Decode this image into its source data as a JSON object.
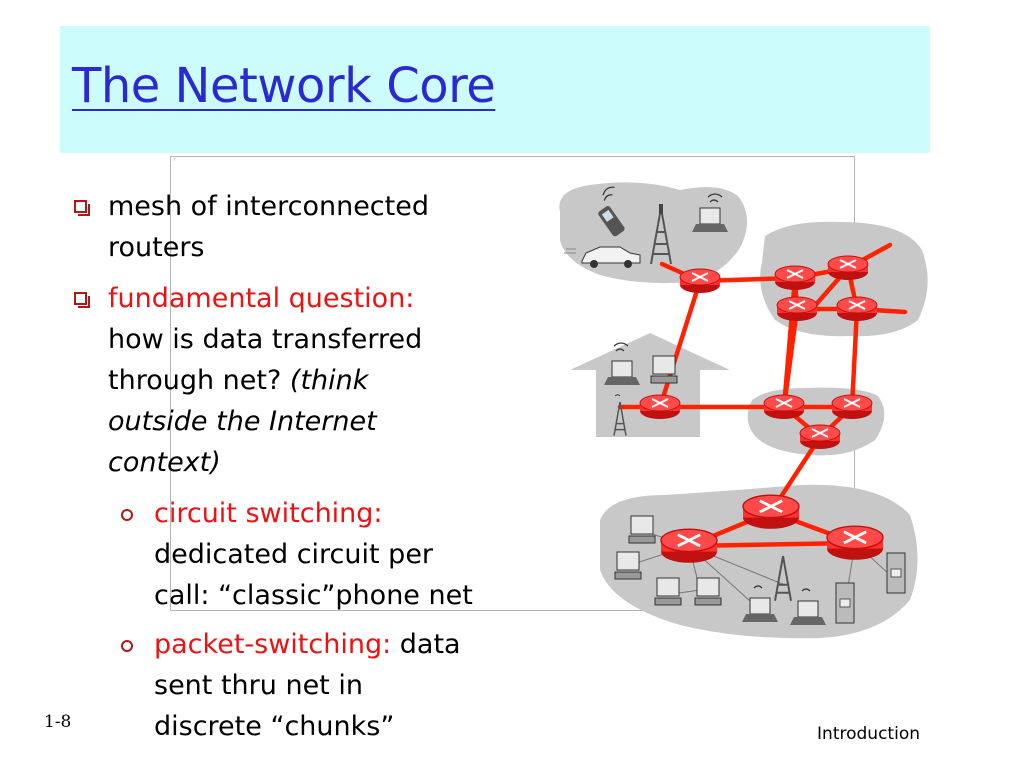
{
  "slide": {
    "title": "The Network Core",
    "bullets": [
      {
        "line1": "mesh of interconnected",
        "line2": "routers"
      },
      {
        "lead": "fundamental question:",
        "line2": "how is data transferred",
        "line3_plain": "through net? ",
        "line3_italic": "(think",
        "line4": "outside the Internet",
        "line5": "context)"
      }
    ],
    "subbullets": [
      {
        "lead": "circuit switching:",
        "line2": "dedicated circuit per",
        "line3": "call: “classic”phone net"
      },
      {
        "lead": "packet-switching:",
        "lead_tail": " data",
        "line2": "sent thru net in",
        "line3": "discrete “chunks”"
      }
    ],
    "page_number": "1-8",
    "footer": "Introduction"
  },
  "colors": {
    "title_bg": "#ccfcfc",
    "title_text": "#2a2ad0",
    "bullet_marker": "#b01818",
    "emphasis": "#ee1111",
    "router_links": "#ff2200",
    "subnet_fill": "#c8c8c8"
  },
  "diagram": {
    "icons": [
      "router-icon",
      "laptop-icon",
      "desktop-icon",
      "server-icon",
      "cell-tower-icon",
      "cellphone-icon",
      "car-icon",
      "house-icon"
    ]
  }
}
